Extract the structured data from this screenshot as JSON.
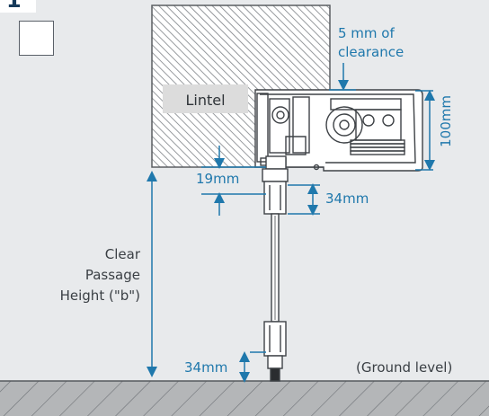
{
  "step": {
    "number": "1"
  },
  "labels": {
    "clearance": "5 mm of\nclearance",
    "lintel": "Lintel",
    "height_100": "100mm",
    "dim_19": "19mm",
    "dim_34_top": "34mm",
    "clear_passage": "Clear\nPassage\nHeight (\"b\")",
    "dim_34_bottom": "34mm",
    "ground": "(Ground level)"
  },
  "colors": {
    "dimension": "#1f78ac",
    "hatch": "#7d8186",
    "background": "#e8eaec"
  }
}
